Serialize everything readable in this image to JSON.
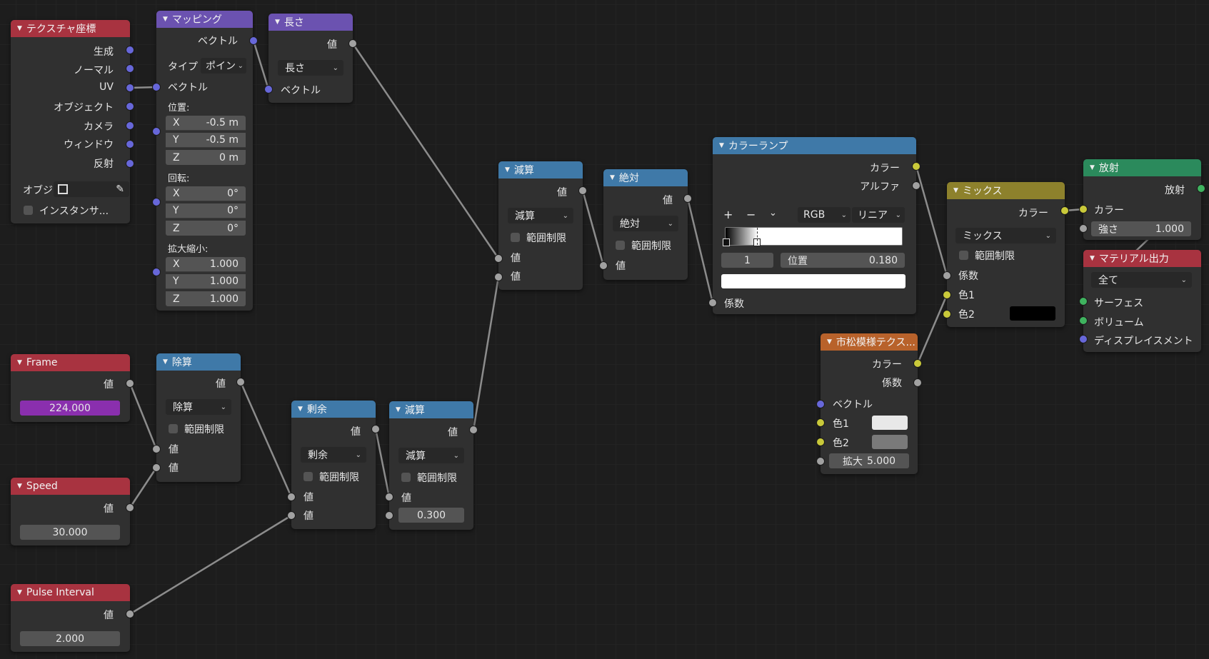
{
  "nodes": {
    "texcoord": {
      "title": "テクスチャ座標",
      "outputs": [
        "生成",
        "ノーマル",
        "UV",
        "オブジェクト",
        "カメラ",
        "ウィンドウ",
        "反射"
      ],
      "object_label": "オブジ",
      "instancer_label": "インスタンサ..."
    },
    "mapping": {
      "title": "マッピング",
      "out_vector": "ベクトル",
      "type_label": "タイプ",
      "type_value": "ポイン",
      "in_vector": "ベクトル",
      "location_label": "位置:",
      "loc": [
        {
          "axis": "X",
          "value": "-0.5 m"
        },
        {
          "axis": "Y",
          "value": "-0.5 m"
        },
        {
          "axis": "Z",
          "value": "0 m"
        }
      ],
      "rotation_label": "回転:",
      "rot": [
        {
          "axis": "X",
          "value": "0°"
        },
        {
          "axis": "Y",
          "value": "0°"
        },
        {
          "axis": "Z",
          "value": "0°"
        }
      ],
      "scale_label": "拡大縮小:",
      "scl": [
        {
          "axis": "X",
          "value": "1.000"
        },
        {
          "axis": "Y",
          "value": "1.000"
        },
        {
          "axis": "Z",
          "value": "1.000"
        }
      ]
    },
    "length": {
      "title": "長さ",
      "out": "値",
      "op": "長さ",
      "in": "ベクトル"
    },
    "frame": {
      "title": "Frame",
      "out": "値",
      "value": "224.000"
    },
    "speed": {
      "title": "Speed",
      "out": "値",
      "value": "30.000"
    },
    "pulse": {
      "title": "Pulse Interval",
      "out": "値",
      "value": "2.000"
    },
    "divide": {
      "title": "除算",
      "out": "値",
      "op": "除算",
      "clamp": "範囲制限",
      "in1": "値",
      "in2": "値"
    },
    "modulo": {
      "title": "剰余",
      "out": "値",
      "op": "剰余",
      "clamp": "範囲制限",
      "in1": "値",
      "in2": "値"
    },
    "subtract2": {
      "title": "減算",
      "out": "値",
      "op": "減算",
      "clamp": "範囲制限",
      "in1": "値",
      "value": "0.300"
    },
    "subtract1": {
      "title": "減算",
      "out": "値",
      "op": "減算",
      "clamp": "範囲制限",
      "in1": "値",
      "in2": "値"
    },
    "absolute": {
      "title": "絶対",
      "out": "値",
      "op": "絶対",
      "clamp": "範囲制限",
      "in1": "値"
    },
    "colorramp": {
      "title": "カラーランプ",
      "out_color": "カラー",
      "out_alpha": "アルファ",
      "plus": "+",
      "minus": "−",
      "mode": "RGB",
      "interp": "リニア",
      "stop_index": "1",
      "pos_label": "位置",
      "pos_value": "0.180",
      "in_fac": "係数",
      "stop_position": 0.18
    },
    "mix": {
      "title": "ミックス",
      "out": "カラー",
      "blend": "ミックス",
      "clamp": "範囲制限",
      "in_fac": "係数",
      "in_c1": "色1",
      "in_c2": "色2",
      "color2": "#000000"
    },
    "checker": {
      "title": "市松模様テクス...",
      "out_color": "カラー",
      "out_fac": "係数",
      "in_vec": "ベクトル",
      "in_c1": "色1",
      "in_c2": "色2",
      "scale_label": "拡大",
      "scale_value": "5.000",
      "color1": "#e8e8e8",
      "color2": "#7a7a7a"
    },
    "emission": {
      "title": "放射",
      "out": "放射",
      "in_color": "カラー",
      "strength_label": "強さ",
      "strength_value": "1.000"
    },
    "output": {
      "title": "マテリアル出力",
      "target": "全て",
      "in_surface": "サーフェス",
      "in_volume": "ボリューム",
      "in_disp": "ディスプレイスメント"
    }
  },
  "colors": {
    "input_header": "#a83340",
    "vector_header": "#6b52b0",
    "converter_header": "#3f79a8",
    "color_header": "#8d812c",
    "shader_header": "#2b8a5c",
    "texture_header": "#b8622b",
    "socket_vector": "#6767d9",
    "socket_float": "#a1a1a1",
    "socket_color": "#c9c93a",
    "socket_shader": "#3fb35f",
    "frame_field": "#8a2fae",
    "link": "#8c8c8c"
  },
  "links": [
    {
      "from": "texcoord.uv",
      "to": "mapping.vector"
    },
    {
      "from": "mapping.vector",
      "to": "length.vector"
    },
    {
      "from": "length.value",
      "to": "subtract1.value_a"
    },
    {
      "from": "frame.value",
      "to": "divide.value_a"
    },
    {
      "from": "speed.value",
      "to": "divide.value_b"
    },
    {
      "from": "divide.value",
      "to": "modulo.value_a"
    },
    {
      "from": "pulse.value",
      "to": "modulo.value_b"
    },
    {
      "from": "modulo.value",
      "to": "subtract2.value_a"
    },
    {
      "from": "subtract2.value",
      "to": "subtract1.value_b"
    },
    {
      "from": "subtract1.value",
      "to": "absolute.value"
    },
    {
      "from": "absolute.value",
      "to": "colorramp.fac"
    },
    {
      "from": "colorramp.color",
      "to": "mix.fac"
    },
    {
      "from": "checker.color",
      "to": "mix.color1"
    },
    {
      "from": "mix.color",
      "to": "emission.color"
    },
    {
      "from": "emission.emission",
      "to": "output.surface"
    }
  ]
}
